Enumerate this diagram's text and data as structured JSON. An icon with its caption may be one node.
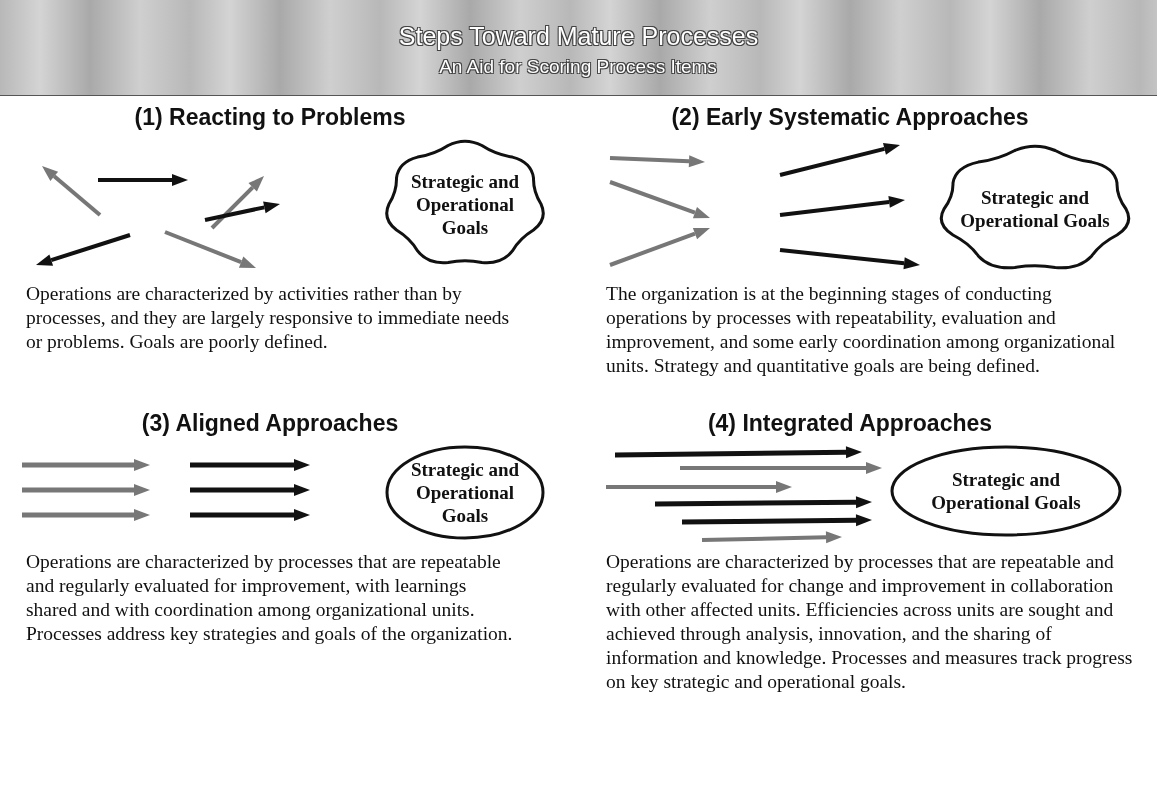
{
  "diagram": {
    "title": "Steps Toward Mature Processes",
    "nodes": [
      {
        "text": [
          "Strategic and Operational Goals"
        ]
      },
      {
        "text": [
          "Strategic and Operational Goals"
        ]
      },
      {
        "text": [
          "Strategic and Operational Goals"
        ]
      },
      {
        "text": [
          "Strategic and Operational Goals"
        ]
      }
    ],
    "labels": [
      "An Aid for Scoring Process Items",
      "(1) Reacting to Problems",
      "(2) Early Systematic Approaches",
      "Operations are characterized by activities rather than by processes, and they are largely responsive to immediate needs or problems. Goals are poorly defined.",
      "The organization is at the beginning stages of conducting operations by processes with repeatability, evaluation and improvement, and some early coordination among organizational units. Strategy and quantitative goals are being defined.",
      "(3) Aligned Approaches",
      "(4) Integrated Approaches",
      "Operations are characterized by processes that are repeatable and regularly evaluated for improvement, with learnings shared and with coordination among organizational units. Processes address key strategies and goals of the organization.",
      "Operations are characterized by processes that are repeatable and regularly evaluated for change and improvement in collaboration with other affected units. Efficiencies across units are sought and achieved through analysis, innovation, and the sharing of information and knowledge. Processes and measures track progress on key strategic and operational goals."
    ]
  }
}
